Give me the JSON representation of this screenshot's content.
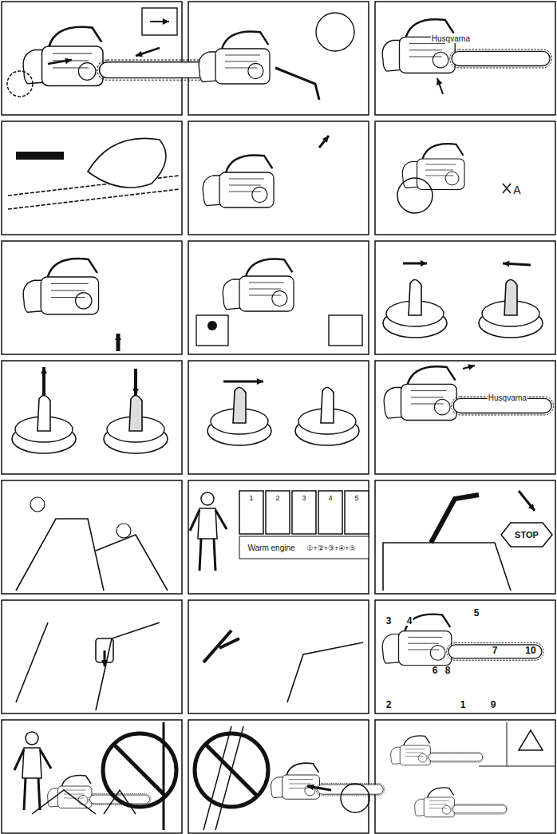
{
  "diagram": {
    "labels": [
      "Husqvarna",
      "A",
      "Husqvarna",
      "Warm engine",
      "1",
      "2",
      "3",
      "4",
      "5",
      "①+②+③+④+⑤",
      "STOP",
      "3",
      "4",
      "5",
      "6",
      "8",
      "7",
      "10",
      "2",
      "1",
      "9"
    ]
  }
}
